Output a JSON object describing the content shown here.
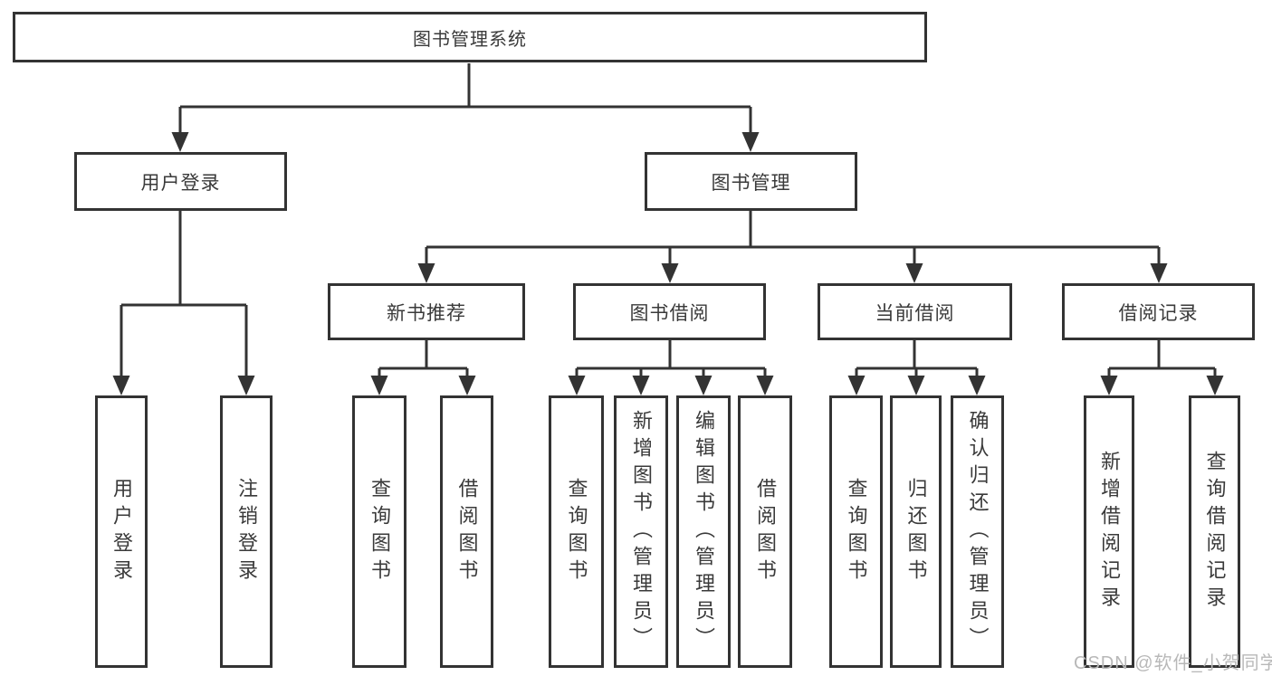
{
  "tree": {
    "label": "图书管理系统",
    "children": [
      {
        "label": "用户登录",
        "children": [
          {
            "label": "用户登录"
          },
          {
            "label": "注销登录"
          }
        ]
      },
      {
        "label": "图书管理",
        "children": [
          {
            "label": "新书推荐",
            "children": [
              {
                "label": "查询图书"
              },
              {
                "label": "借阅图书"
              }
            ]
          },
          {
            "label": "图书借阅",
            "children": [
              {
                "label": "查询图书"
              },
              {
                "label": "新增图书（管理员）"
              },
              {
                "label": "编辑图书（管理员）"
              },
              {
                "label": "借阅图书"
              }
            ]
          },
          {
            "label": "当前借阅",
            "children": [
              {
                "label": "查询图书"
              },
              {
                "label": "归还图书"
              },
              {
                "label": "确认归还（管理员）"
              }
            ]
          },
          {
            "label": "借阅记录",
            "children": [
              {
                "label": "新增借阅记录"
              },
              {
                "label": "查询借阅记录"
              }
            ]
          }
        ]
      }
    ]
  },
  "watermark": {
    "text": "CSDN @软件_小贺同学"
  },
  "colors": {
    "line": "#333333",
    "text": "#3a3a3a",
    "background": "#ffffff",
    "watermark": "#b8b8b8"
  }
}
